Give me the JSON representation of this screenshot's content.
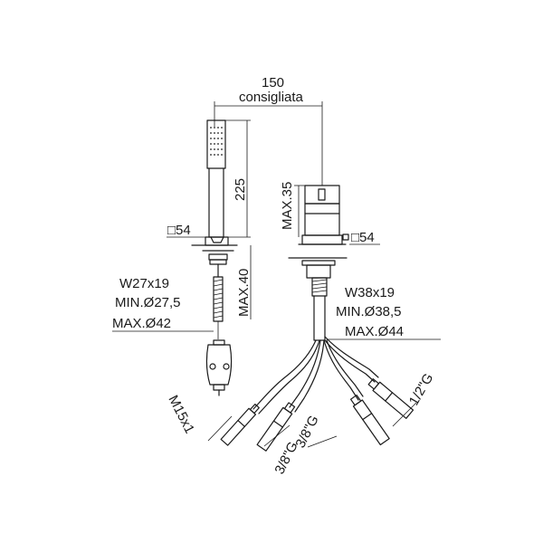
{
  "dimensions": {
    "spacing_value": "150",
    "spacing_note": "consigliata",
    "handset_length": "225",
    "handset_max_deck": "MAX.40",
    "mixer_max_height": "MAX.35",
    "handset_flange": "□54",
    "mixer_flange": "□54"
  },
  "handset_hole": {
    "slot": "W27x19",
    "min_diameter": "MIN.Ø27,5",
    "max_diameter": "MAX.Ø42"
  },
  "mixer_hole": {
    "slot": "W38x19",
    "min_diameter": "MIN.Ø38,5",
    "max_diameter": "MAX.Ø44"
  },
  "connections": {
    "hose_thread": "M15x1",
    "inlet_left_inner": "3/8\"G",
    "inlet_left_outer": "3/8\"G",
    "inlet_right": "1/2\"G"
  }
}
